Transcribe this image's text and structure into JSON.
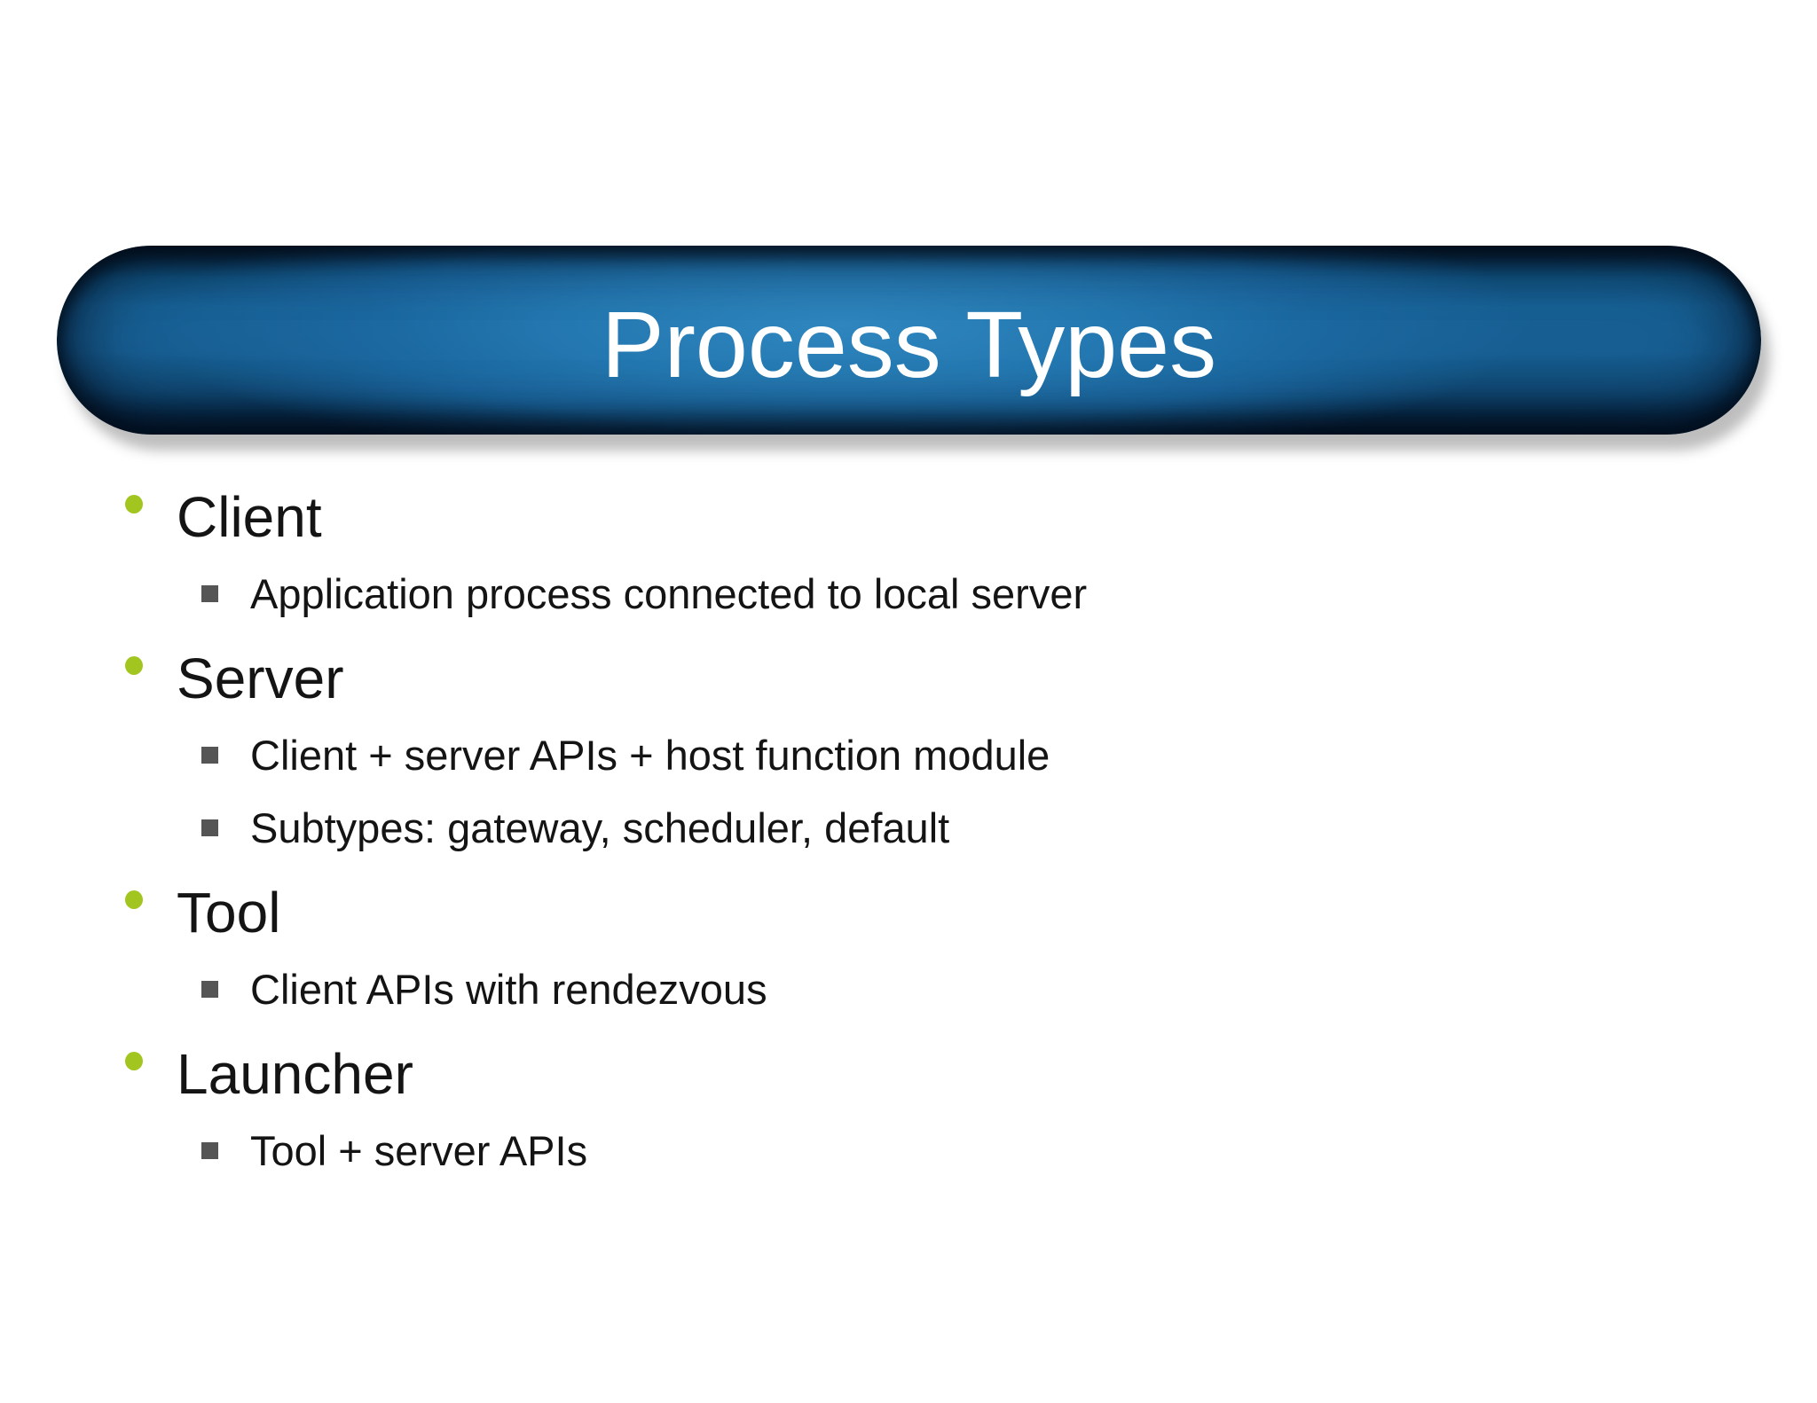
{
  "slide": {
    "title": "Process Types",
    "bullets": [
      {
        "label": "Client",
        "subs": [
          "Application process connected to local server"
        ]
      },
      {
        "label": "Server",
        "subs": [
          "Client + server APIs + host function module",
          "Subtypes: gateway, scheduler, default"
        ]
      },
      {
        "label": "Tool",
        "subs": [
          "Client APIs with rendezvous"
        ]
      },
      {
        "label": "Launcher",
        "subs": [
          "Tool + server APIs"
        ]
      }
    ],
    "colors": {
      "background": "#ffffff",
      "banner_center": "#1b679f",
      "banner_edge": "#07233e",
      "title_text": "#ffffff",
      "body_text": "#141414",
      "bullet_dot": "#a3c520",
      "sub_square": "#555555"
    }
  }
}
